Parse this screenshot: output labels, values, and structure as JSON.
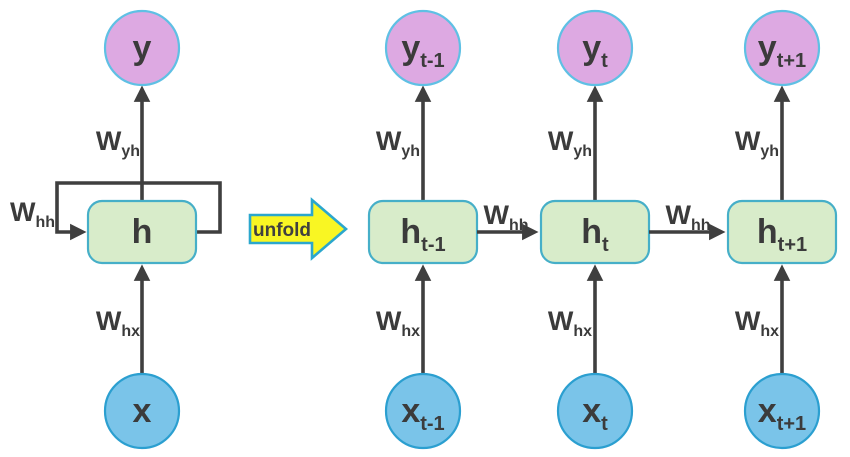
{
  "colors": {
    "output_fill": "#dda9e2",
    "output_stroke": "#5fc0e4",
    "hidden_fill": "#d8ecca",
    "hidden_stroke": "#46afc8",
    "input_fill": "#7ac4e9",
    "input_stroke": "#2b9fd0",
    "unfold_fill": "#f9f623",
    "unfold_stroke": "#2ba7cd",
    "arrow": "#3f3f3f",
    "text": "#3b3b3b"
  },
  "folded": {
    "output_label": "y",
    "hidden_label": "h",
    "input_label": "x",
    "w_yh": {
      "base": "W",
      "sub": "yh"
    },
    "w_hh": {
      "base": "W",
      "sub": "hh"
    },
    "w_hx": {
      "base": "W",
      "sub": "hx"
    }
  },
  "unfold": {
    "label": "unfold"
  },
  "unfolded": {
    "columns": [
      {
        "y": {
          "base": "y",
          "sub": "t-1"
        },
        "h": {
          "base": "h",
          "sub": "t-1"
        },
        "x": {
          "base": "x",
          "sub": "t-1"
        },
        "w_yh": {
          "base": "W",
          "sub": "yh"
        },
        "w_hx": {
          "base": "W",
          "sub": "hx"
        }
      },
      {
        "y": {
          "base": "y",
          "sub": "t"
        },
        "h": {
          "base": "h",
          "sub": "t"
        },
        "x": {
          "base": "x",
          "sub": "t"
        },
        "w_yh": {
          "base": "W",
          "sub": "yh"
        },
        "w_hx": {
          "base": "W",
          "sub": "hx"
        }
      },
      {
        "y": {
          "base": "y",
          "sub": "t+1"
        },
        "h": {
          "base": "h",
          "sub": "t+1"
        },
        "x": {
          "base": "x",
          "sub": "t+1"
        },
        "w_yh": {
          "base": "W",
          "sub": "yh"
        },
        "w_hx": {
          "base": "W",
          "sub": "hx"
        }
      }
    ],
    "w_hh_links": [
      {
        "base": "W",
        "sub": "hh"
      },
      {
        "base": "W",
        "sub": "hh"
      }
    ]
  }
}
